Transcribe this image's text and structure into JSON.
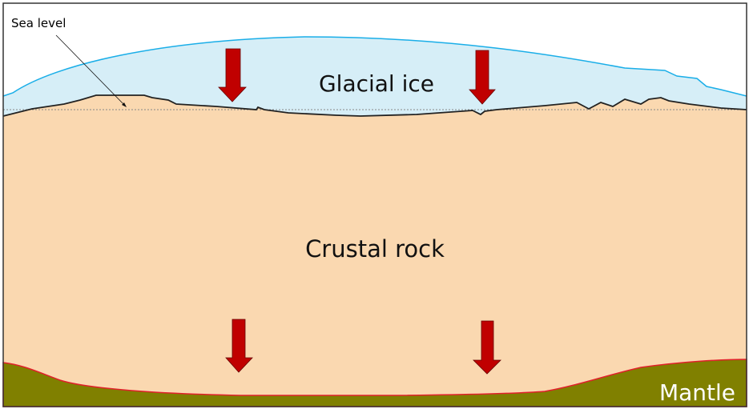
{
  "labels": {
    "sea_level": "Sea level",
    "glacial_ice": "Glacial ice",
    "crustal_rock": "Crustal rock",
    "mantle": "Mantle"
  },
  "colors": {
    "ice_fill": "#d6eef7",
    "ice_outline": "#1aaee8",
    "rock_fill": "#fad8b0",
    "mantle_fill": "#808000",
    "mantle_boundary": "#e0202a",
    "arrow_fill": "#c00000",
    "border": "#333333"
  }
}
